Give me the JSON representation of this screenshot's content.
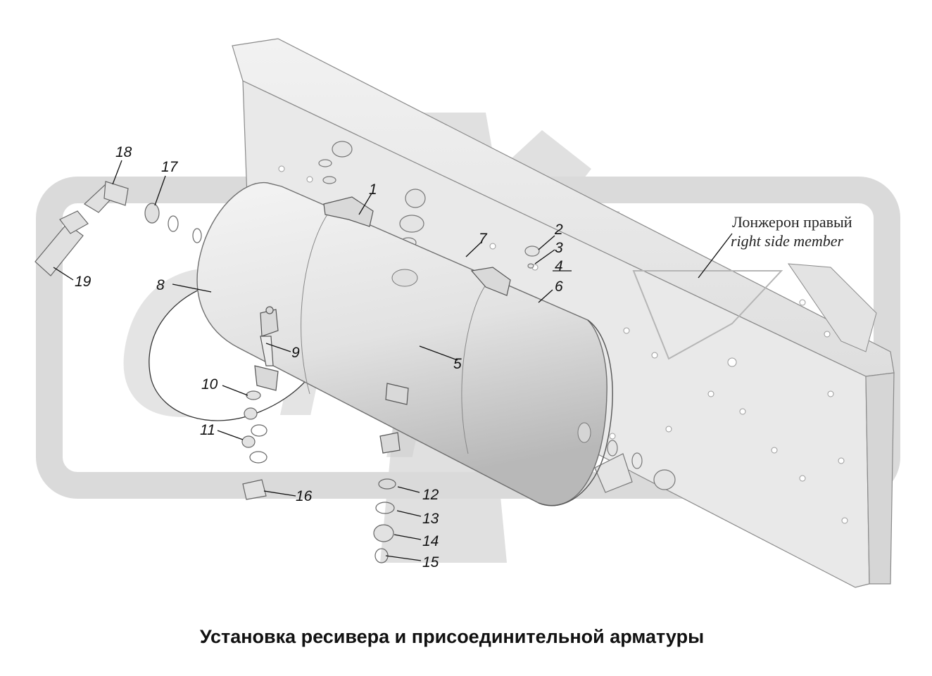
{
  "caption": "Установка ресивера и присоединительной арматуры",
  "member_label": {
    "ru": "Лонжерон правый",
    "en": "right side member"
  },
  "callouts": [
    "1",
    "2",
    "3",
    "4",
    "5",
    "6",
    "7",
    "8",
    "9",
    "10",
    "11",
    "12",
    "13",
    "14",
    "15",
    "16",
    "17",
    "18",
    "19"
  ],
  "colors": {
    "watermark": "#d9d9d9",
    "part_fill": "#e8e8e8",
    "part_stroke": "#7a7a7a",
    "line": "#111111"
  }
}
